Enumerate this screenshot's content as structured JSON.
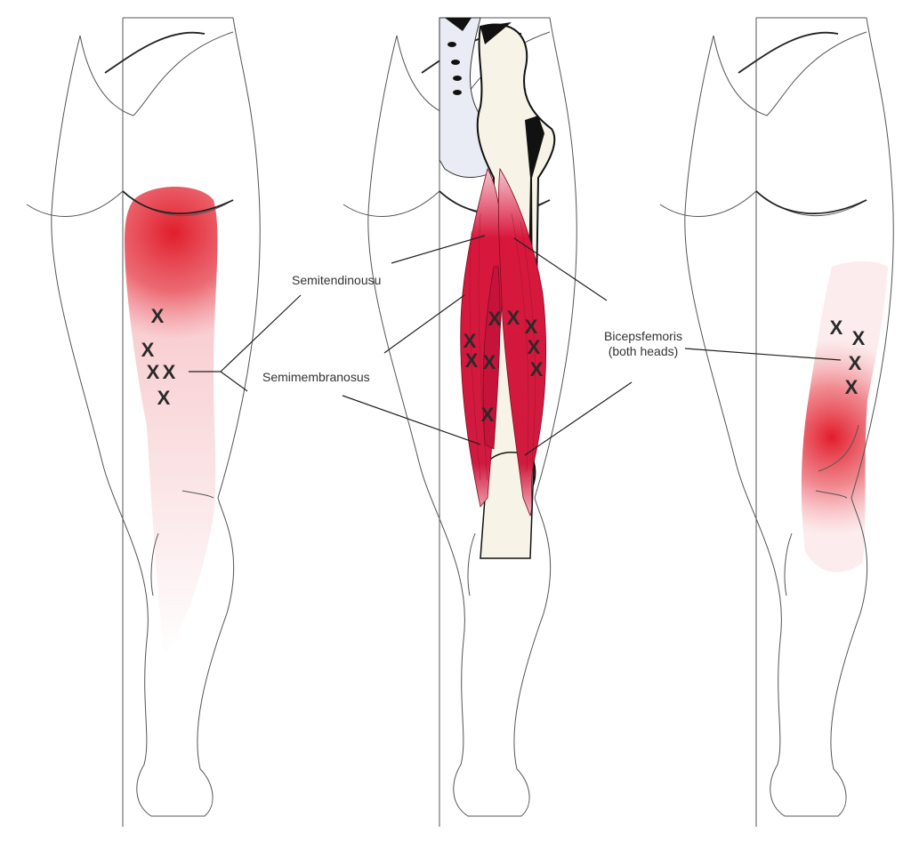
{
  "labels": {
    "semitendinosus": "Semitendinousu",
    "semimembranosus": "Semimembranosus",
    "biceps_line1": "Bicepsfemoris",
    "biceps_line2": "(both heads)"
  },
  "trigger_point_mark": "X",
  "colors": {
    "pain_red": "#e0202f",
    "muscle_red": "#d8173c",
    "bone": "#f7f3e6",
    "pelvis": "#e9ecf4"
  }
}
